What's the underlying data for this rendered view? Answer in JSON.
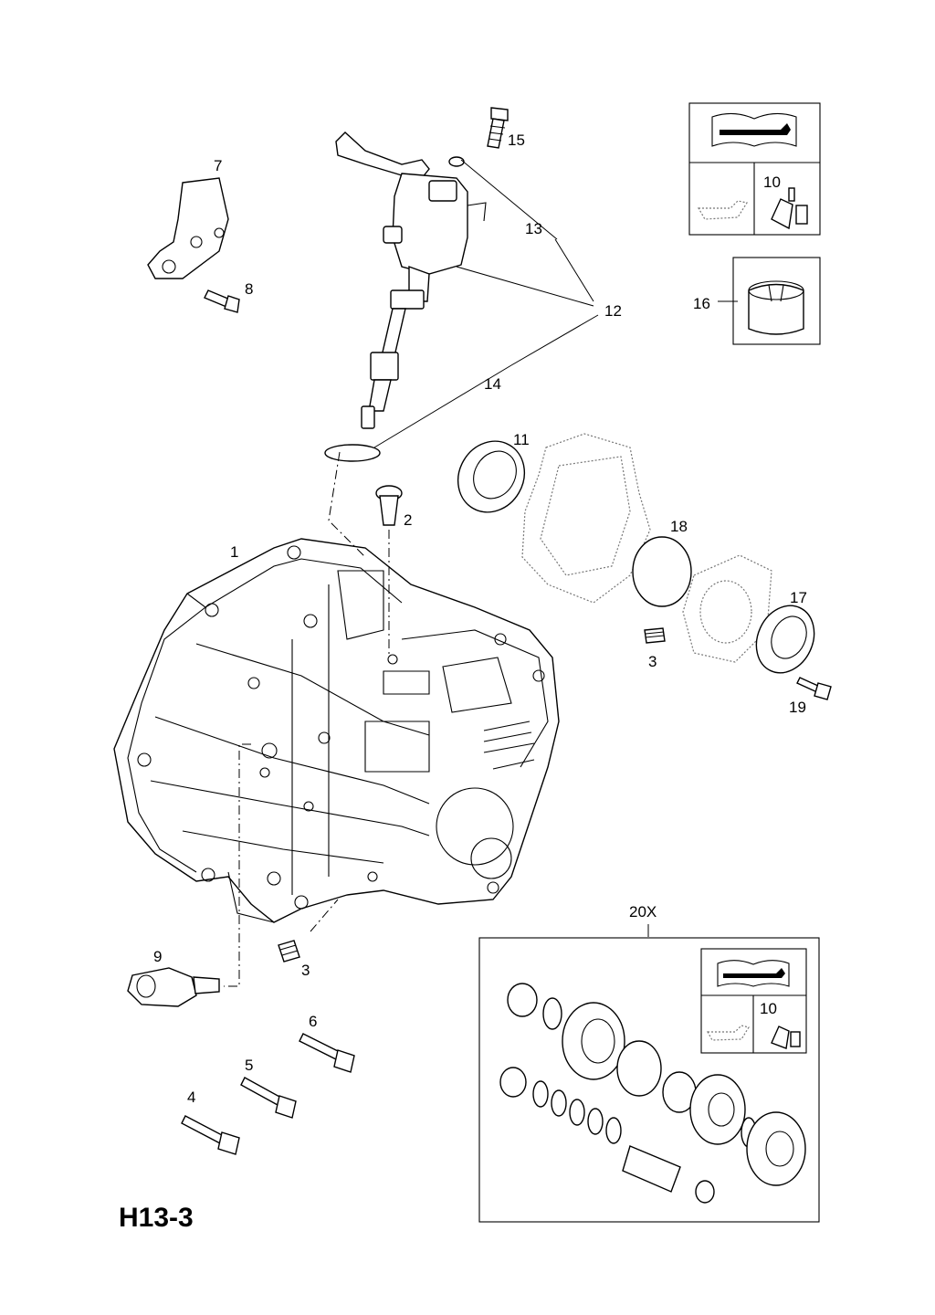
{
  "diagram_code": "H13-3",
  "callouts": {
    "c1": "1",
    "c2": "2",
    "c3a": "3",
    "c3b": "3",
    "c4": "4",
    "c5": "5",
    "c6": "6",
    "c7": "7",
    "c8": "8",
    "c9": "9",
    "c10a": "10",
    "c10b": "10",
    "c11": "11",
    "c12": "12",
    "c13": "13",
    "c14": "14",
    "c15": "15",
    "c16": "16",
    "c17": "17",
    "c18": "18",
    "c19": "19",
    "c20x": "20X"
  },
  "icons": [
    "manual-wrench-icon",
    "oil-can-icon",
    "sealant-tube-icon"
  ]
}
